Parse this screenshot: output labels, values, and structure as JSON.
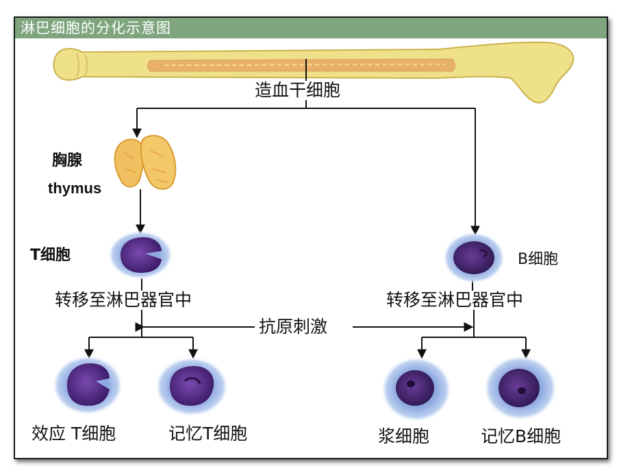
{
  "title": "淋巴细胞的分化示意图",
  "labels": {
    "stem_cell": "造血干细胞",
    "thymus_cn": "胸腺",
    "thymus_en": "thymus",
    "t_cell": "T细胞",
    "b_cell": "B细胞",
    "migrate_left": "转移至淋巴器官中",
    "migrate_right": "转移至淋巴器官中",
    "antigen": "抗原刺激",
    "effector_t": "效应 T细胞",
    "memory_t": "记忆T细胞",
    "plasma": "浆细胞",
    "memory_b": "记忆B细胞"
  },
  "colors": {
    "title_bar": "#7fa57f",
    "bone": "#efe08a",
    "marrow": "#e8b068",
    "cell_halo": "#a9bee6",
    "t_nucleus": "#5a2c8c",
    "b_nucleus": "#4a2a78"
  }
}
